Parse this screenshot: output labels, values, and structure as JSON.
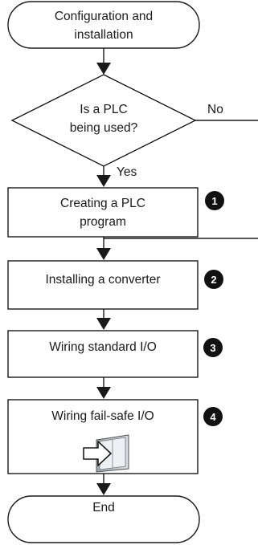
{
  "flowchart": {
    "start": {
      "line1": "Configuration and",
      "line2": "installation"
    },
    "decision": {
      "line1": "Is a PLC",
      "line2": "being used?",
      "no_label": "No",
      "yes_label": "Yes"
    },
    "steps": [
      {
        "line1": "Creating a PLC",
        "line2": "program",
        "number": "1"
      },
      {
        "line1": "Installing a converter",
        "line2": "",
        "number": "2"
      },
      {
        "line1": "Wiring standard I/O",
        "line2": "",
        "number": "3"
      },
      {
        "line1": "Wiring fail-safe I/O",
        "line2": "",
        "number": "4"
      }
    ],
    "end": {
      "label": "End"
    }
  }
}
